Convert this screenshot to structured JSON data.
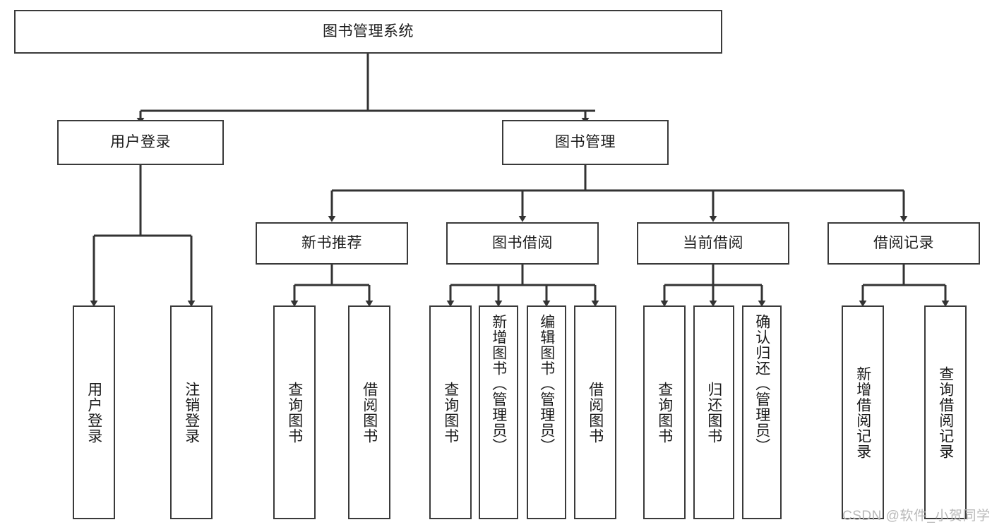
{
  "diagram": {
    "type": "tree-hierarchy-chart",
    "title": "图书管理系统",
    "background_color": "#ffffff",
    "box_border_color": "#3a3a3a",
    "edge_color": "#333333",
    "text_color": "#1b1b1b"
  },
  "nodes": {
    "root": {
      "label": "图书管理系统"
    },
    "level2": [
      {
        "id": "user-login",
        "label": "用户登录"
      },
      {
        "id": "book-manage",
        "label": "图书管理"
      }
    ],
    "level3": [
      {
        "id": "new-book-recommend",
        "label": "新书推荐"
      },
      {
        "id": "book-borrow",
        "label": "图书借阅"
      },
      {
        "id": "current-borrow",
        "label": "当前借阅"
      },
      {
        "id": "borrow-record",
        "label": "借阅记录"
      }
    ],
    "leaves": {
      "user_login": [
        {
          "id": "leaf-user-login",
          "label": "用户登录"
        },
        {
          "id": "leaf-logout-login",
          "label": "注销登录"
        }
      ],
      "new_book_recommend": [
        {
          "id": "leaf-query-book-1",
          "label": "查询图书"
        },
        {
          "id": "leaf-borrow-book-1",
          "label": "借阅图书"
        }
      ],
      "book_borrow": [
        {
          "id": "leaf-query-book-2",
          "label": "查询图书"
        },
        {
          "id": "leaf-add-book",
          "label": "新增图书（管理员）"
        },
        {
          "id": "leaf-edit-book",
          "label": "编辑图书（管理员）"
        },
        {
          "id": "leaf-borrow-book-2",
          "label": "借阅图书"
        }
      ],
      "current_borrow": [
        {
          "id": "leaf-query-book-3",
          "label": "查询图书"
        },
        {
          "id": "leaf-return-book",
          "label": "归还图书"
        },
        {
          "id": "leaf-confirm-return",
          "label": "确认归还（管理员）"
        }
      ],
      "borrow_record": [
        {
          "id": "leaf-add-record",
          "label": "新增借阅记录"
        },
        {
          "id": "leaf-query-record",
          "label": "查询借阅记录"
        }
      ]
    }
  },
  "watermark": {
    "text": "CSDN @软件_小贺同学"
  }
}
